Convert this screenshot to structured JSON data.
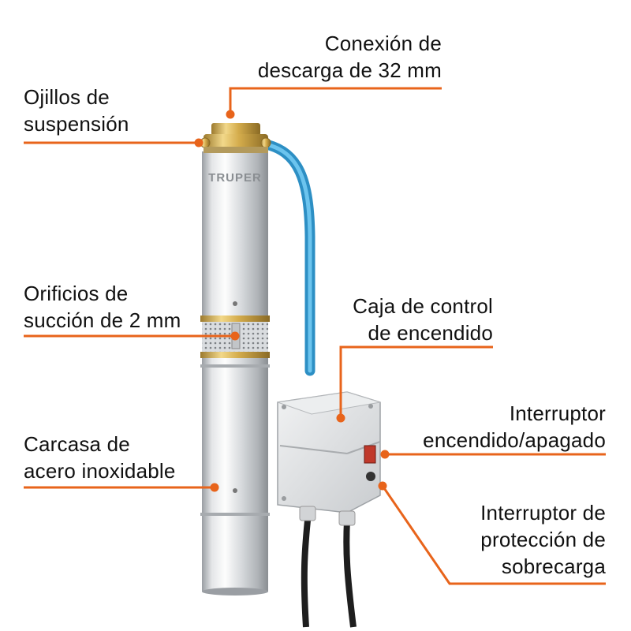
{
  "brand": "TRUPER",
  "accent_color": "#e8641b",
  "callouts": {
    "discharge": {
      "lines": [
        "Conexión de",
        "descarga de 32 mm"
      ]
    },
    "eyelets": {
      "lines": [
        "Ojillos de",
        "suspensión"
      ]
    },
    "holes": {
      "lines": [
        "Orificios de",
        "succión de 2 mm"
      ]
    },
    "casing": {
      "lines": [
        "Carcasa de",
        "acero inoxidable"
      ]
    },
    "control_box": {
      "lines": [
        "Caja de control",
        "de encendido"
      ]
    },
    "switch": {
      "lines": [
        "Interruptor",
        "encendido/apagado"
      ]
    },
    "overload": {
      "lines": [
        "Interruptor de",
        "protección de",
        "sobrecarga"
      ]
    }
  }
}
